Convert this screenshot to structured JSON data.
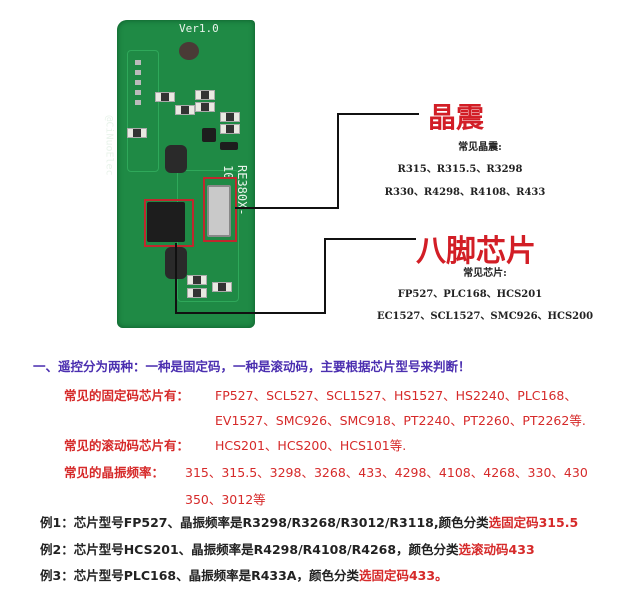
{
  "pcb": {
    "version_label": "Ver1.0",
    "brand_label": "@CiNuoElec",
    "model_label": "RE380X-10"
  },
  "crystal": {
    "title": "晶震",
    "subtitle": "常见晶震:",
    "line1": "R315、R315.5、R3298",
    "line2": "R330、R4298、R4108、R433"
  },
  "chip": {
    "title": "八脚芯片",
    "subtitle": "常见芯片:",
    "line1": "FP527、PLC168、HCS201",
    "line2": "EC1527、SCL1527、SMC926、HCS200"
  },
  "notes": {
    "heading": "一、遥控分为两种：一种是固定码，一种是滚动码，主要根据芯片型号来判断！",
    "fixed_label": "常见的固定码芯片有：",
    "fixed_line1": "FP527、SCL527、SCL1527、HS1527、HS2240、PLC168、",
    "fixed_line2": "EV1527、SMC926、SMC918、PT2240、PT2260、PT2262等.",
    "rolling_label": "常见的滚动码芯片有：",
    "rolling_value": "HCS201、HCS200、HCS101等.",
    "freq_label": "常见的晶振频率：",
    "freq_line1": "315、315.5、3298、3268、433、4298、4108、4268、330、430",
    "freq_line2": "350、3012等"
  },
  "examples": [
    {
      "text": "例1：芯片型号FP527、晶振频率是R3298/R3268/R3012/R3118,颜色分类",
      "highlight": "选固定码315.5"
    },
    {
      "text": "例2：芯片型号HCS201、晶振频率是R4298/R4108/R4268，颜色分类",
      "highlight": "选滚动码433"
    },
    {
      "text": "例3：芯片型号PLC168、晶振频率是R433A，颜色分类",
      "highlight": "选固定码433。"
    }
  ],
  "colors": {
    "accent_red": "#d21e26",
    "heading_purple": "#4b2fb0",
    "pcb_green": "#1f8a45"
  }
}
